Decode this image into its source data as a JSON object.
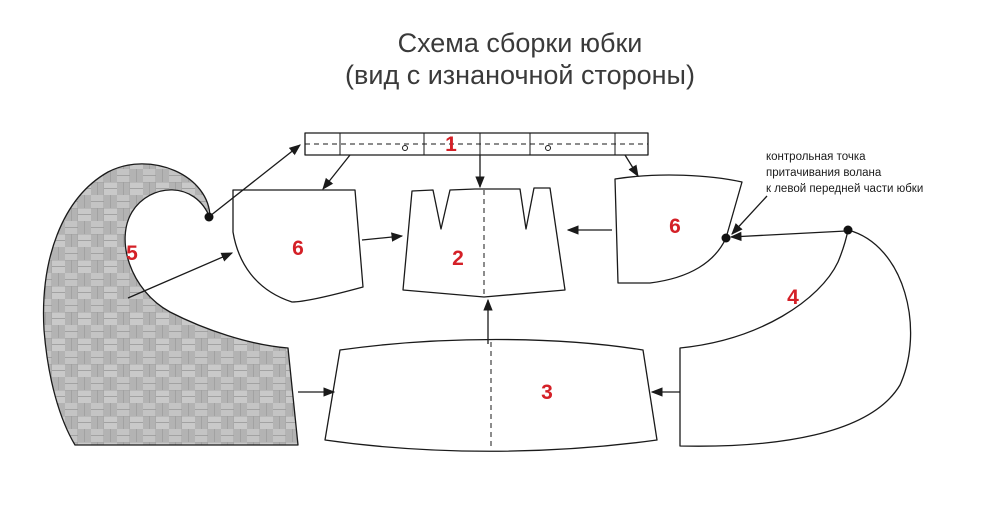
{
  "title": {
    "line1": "Схема сборки юбки",
    "line2": "(вид с изнаночной стороны)"
  },
  "pieces": {
    "waistband": "1",
    "front_center": "2",
    "frill_bottom": "3",
    "frill_right": "4",
    "frill_left_curl": "5",
    "side_left": "6",
    "side_right": "6"
  },
  "note": {
    "line1": "контрольная точка",
    "line2": "притачивания волана",
    "line3": "к левой передней части юбки"
  },
  "colors": {
    "number": "#d42027",
    "outline": "#1a1a1a",
    "fabric_fill": "#b8b8b8",
    "title": "#3a3a3a"
  }
}
